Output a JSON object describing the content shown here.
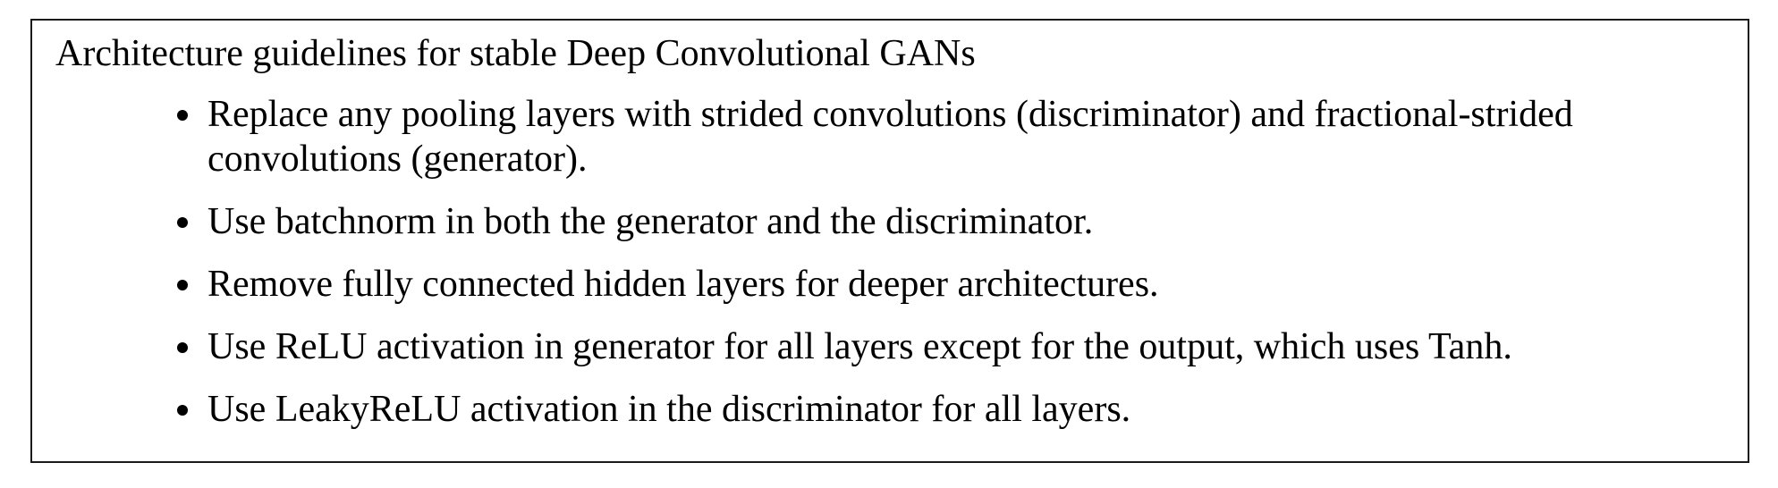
{
  "box": {
    "title": "Architecture guidelines for stable Deep Convolutional GANs",
    "items": [
      "Replace any pooling layers with strided convolutions (discriminator) and fractional-strided convolutions (generator).",
      "Use batchnorm in both the generator and the discriminator.",
      "Remove fully connected hidden layers for deeper architectures.",
      "Use ReLU activation in generator for all layers except for the output, which uses Tanh.",
      "Use LeakyReLU activation in the discriminator for all layers."
    ]
  }
}
